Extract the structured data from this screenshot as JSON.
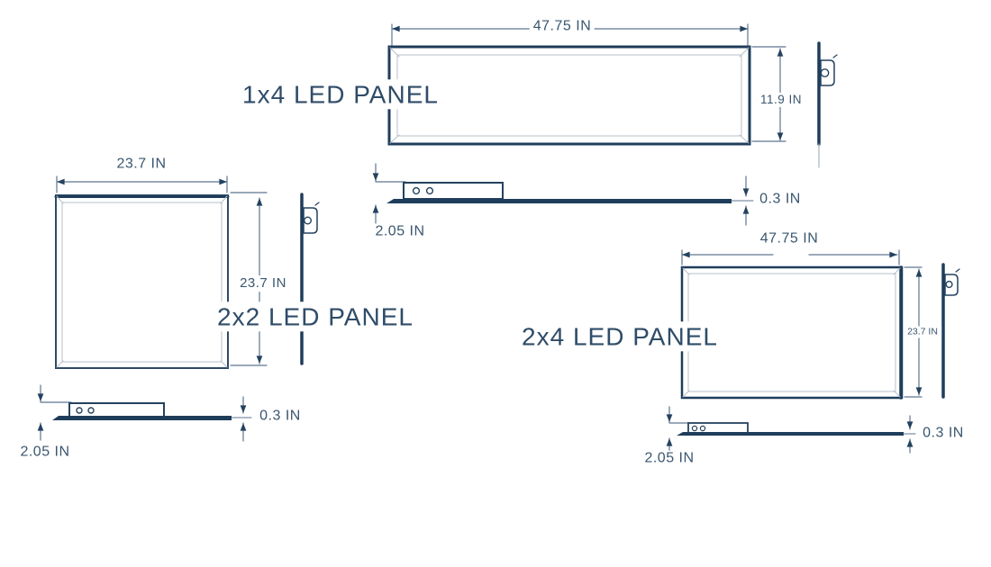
{
  "diagram": {
    "type": "dimension-drawing",
    "subject": "LED panel specification drawing",
    "panels": [
      {
        "name": "1x4",
        "title": "1x4 LED PANEL",
        "width": "47.75 IN",
        "height": "11.9 IN",
        "thickness": "0.3 IN",
        "driver_height": "2.05 IN"
      },
      {
        "name": "2x2",
        "title": "2x2 LED PANEL",
        "width": "23.7 IN",
        "height": "23.7 IN",
        "thickness": "0.3 IN",
        "driver_height": "2.05 IN"
      },
      {
        "name": "2x4",
        "title": "2x4 LED PANEL",
        "width": "47.75 IN",
        "height": "23.7 IN",
        "thickness": "0.3 IN",
        "driver_height": "2.05 IN"
      }
    ],
    "colors": {
      "line_dark": "#1f3d5b",
      "line_dim": "#5d7690",
      "line_light": "#b7c1cb",
      "text": "#3a566f",
      "background": "#ffffff"
    }
  }
}
